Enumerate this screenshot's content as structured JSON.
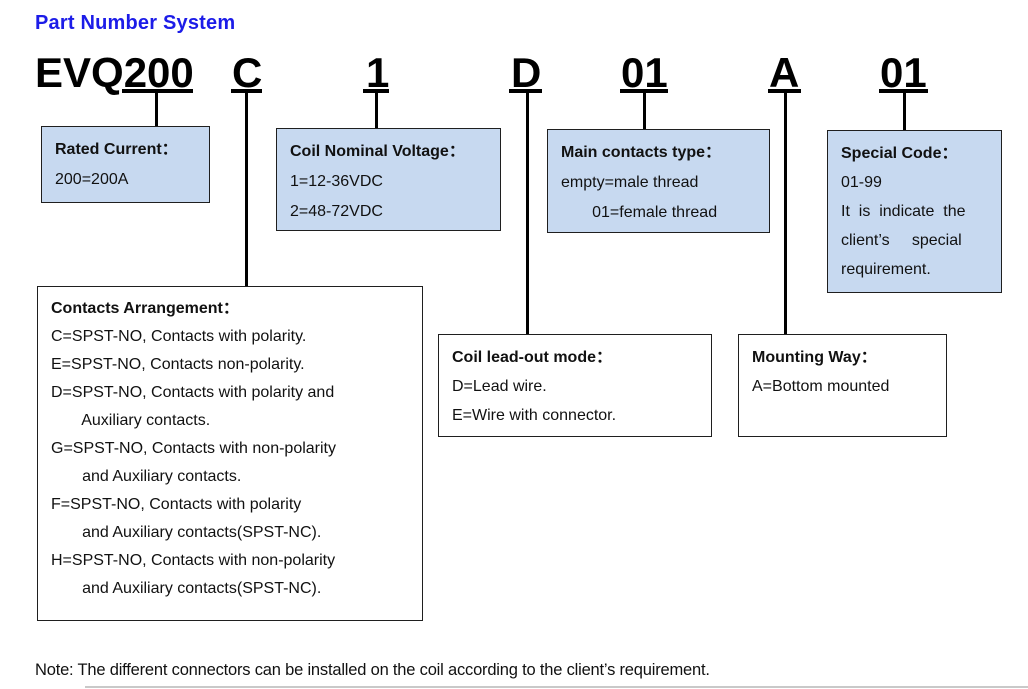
{
  "page": {
    "title": "Part Number System",
    "note": "Note: The different connectors can be installed on the coil according to the client’s requirement."
  },
  "part_number": {
    "segments": [
      {
        "code": "EVQ200"
      },
      {
        "code": "C"
      },
      {
        "code": "1"
      },
      {
        "code": "D"
      },
      {
        "code": "01"
      },
      {
        "code": "A"
      },
      {
        "code": "01"
      }
    ]
  },
  "boxes": {
    "rated_current": {
      "title": "Rated Current：",
      "lines": [
        "200=200A"
      ]
    },
    "coil_nominal_voltage": {
      "title": "Coil Nominal Voltage：",
      "lines": [
        "1=12-36VDC",
        "2=48-72VDC"
      ]
    },
    "main_contacts_type": {
      "title": "Main contacts type：",
      "lines": [
        "empty=male thread",
        "       01=female thread"
      ]
    },
    "special_code": {
      "title": "Special Code：",
      "lines": [
        "01-99",
        "It  is  indicate  the",
        "client’s     special",
        "requirement."
      ]
    },
    "contacts_arrangement": {
      "title": "Contacts Arrangement：",
      "lines": [
        "C=SPST-NO, Contacts with polarity.",
        "E=SPST-NO, Contacts non-polarity.",
        "D=SPST-NO, Contacts with polarity and",
        "       Auxiliary contacts.",
        "G=SPST-NO, Contacts with non-polarity",
        "       and Auxiliary contacts.",
        "F=SPST-NO, Contacts with polarity",
        "       and Auxiliary contacts(SPST-NC).",
        "H=SPST-NO, Contacts with non-polarity",
        "       and Auxiliary contacts(SPST-NC)."
      ]
    },
    "coil_lead_out_mode": {
      "title": "Coil lead-out mode：",
      "lines": [
        "D=Lead wire.",
        "E=Wire with connector."
      ]
    },
    "mounting_way": {
      "title": "Mounting Way：",
      "lines": [
        "A=Bottom mounted"
      ]
    }
  },
  "colors": {
    "title_blue": "#1c1ce8",
    "box_fill_blue": "#c7d9f0"
  }
}
